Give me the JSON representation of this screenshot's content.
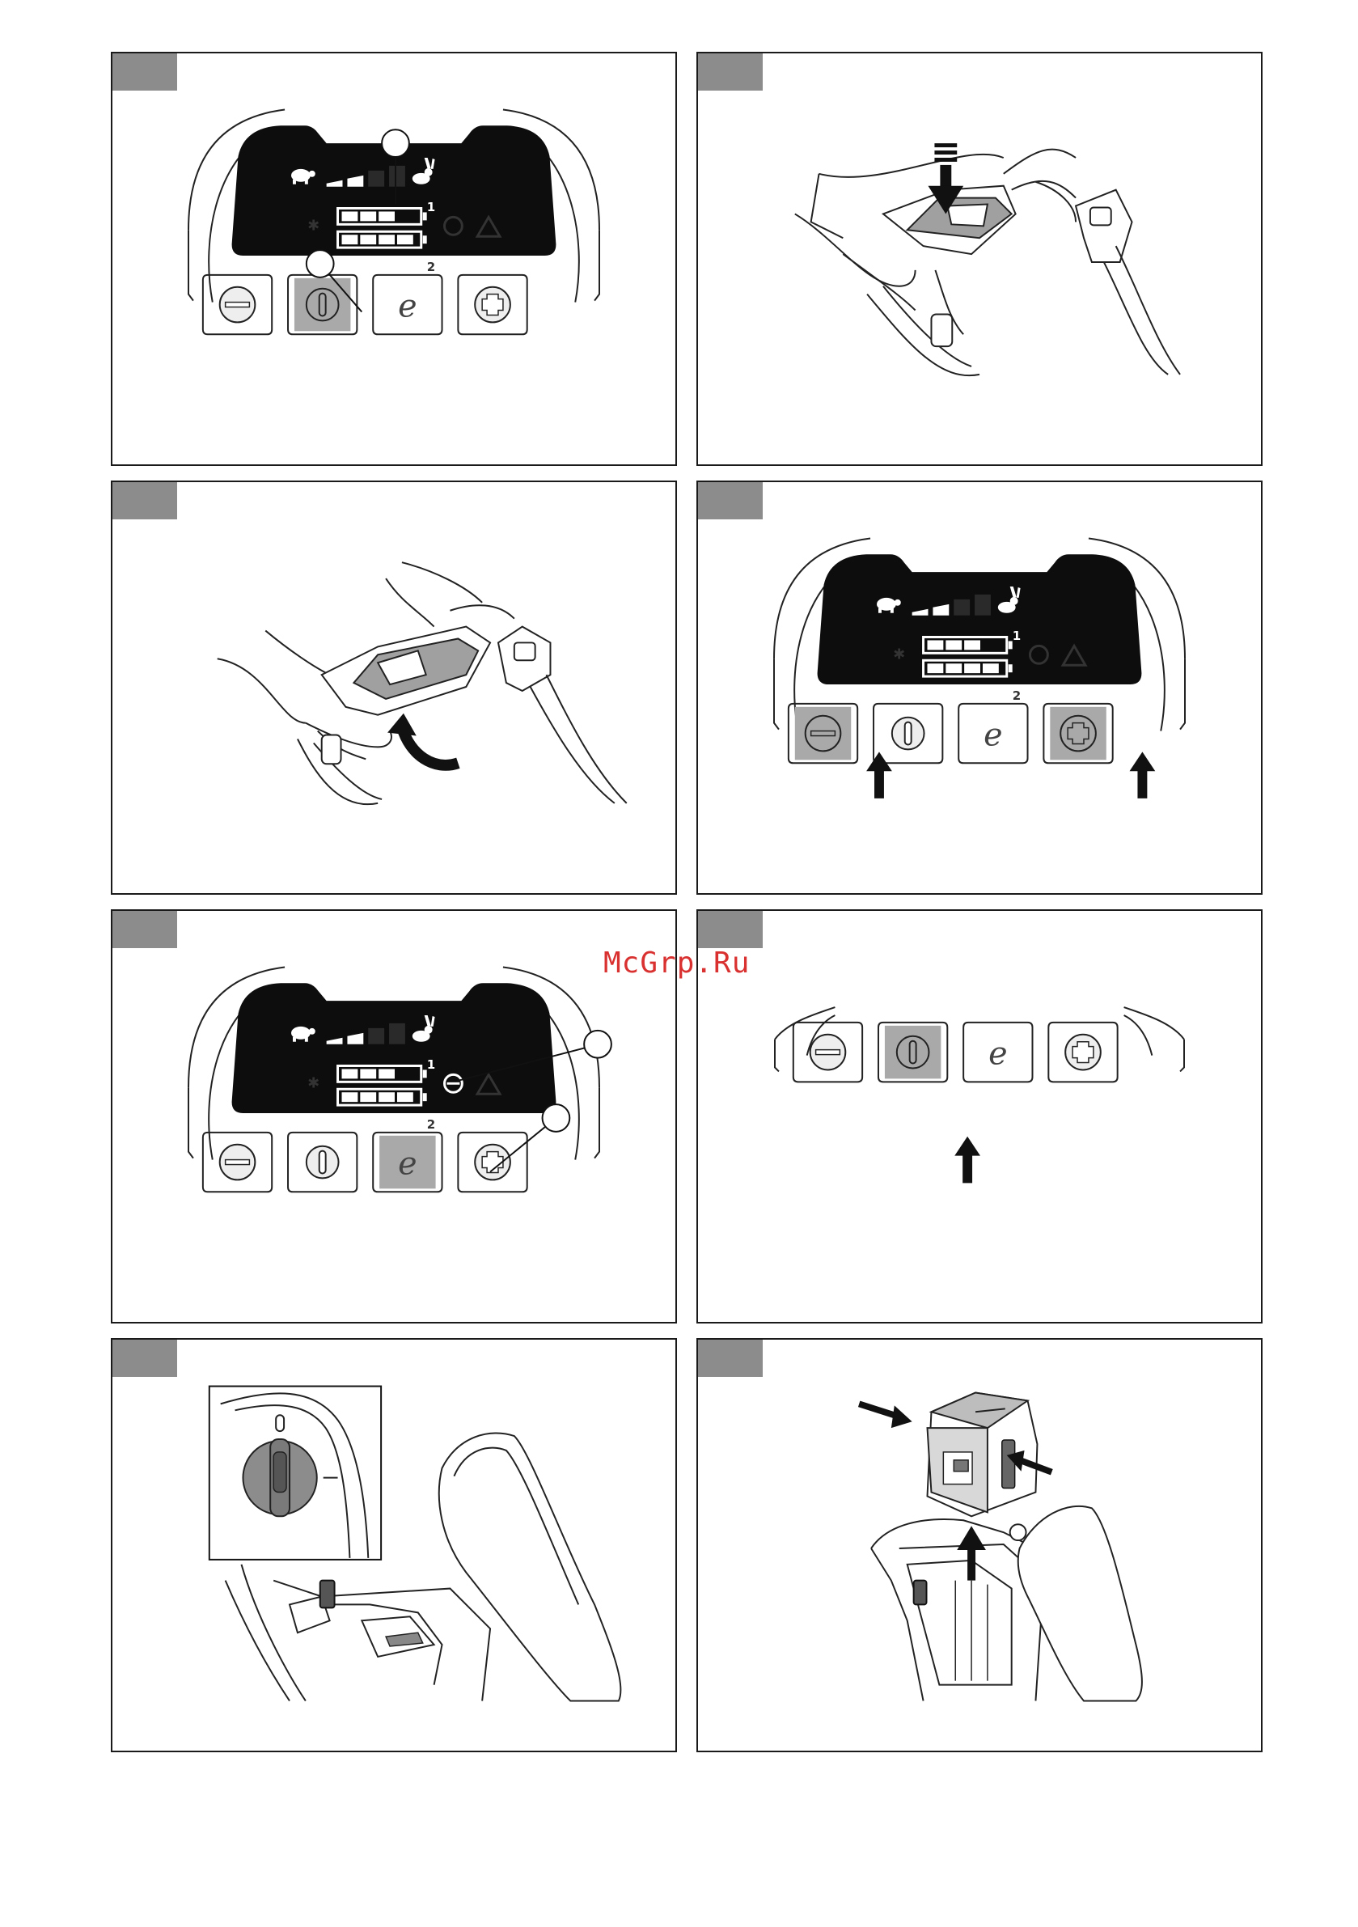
{
  "page": {
    "watermark": "McGrp.Ru"
  },
  "display": {
    "battery_slot_1": "1",
    "battery_slot_2": "2"
  },
  "panels": [
    {
      "id": "1",
      "content": "control panel, power button highlighted, callouts on battery 1 gauge and power button"
    },
    {
      "id": "2",
      "content": "hands pressing handle clamp downward"
    },
    {
      "id": "3",
      "content": "hands folding handle with curved arrow"
    },
    {
      "id": "4",
      "content": "control panel, minus and plus buttons pressed together"
    },
    {
      "id": "5",
      "content": "control panel, eco button highlighted, callouts on eco indicator and eco button"
    },
    {
      "id": "6",
      "content": "button row, power button pressed"
    },
    {
      "id": "7",
      "content": "battery compartment with safety key inset"
    },
    {
      "id": "8",
      "content": "battery removal with side latches pressed"
    }
  ],
  "colors": {
    "frame": "#1a1a1a",
    "tab": "#8c8c8c",
    "pressed_button": "#a9a9a9",
    "display": "#0d0d0d",
    "watermark": "#d93030"
  }
}
